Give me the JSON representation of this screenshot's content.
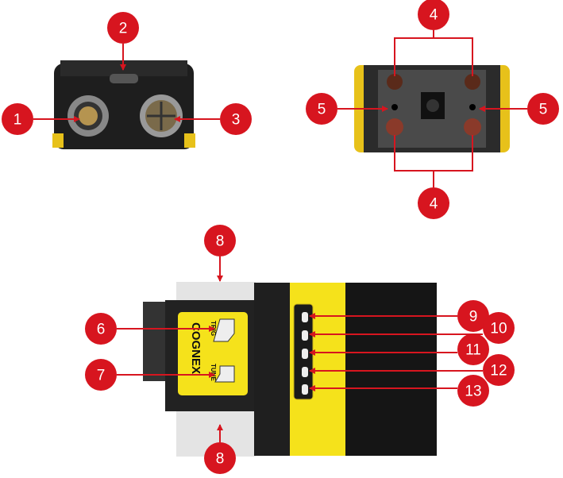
{
  "colors": {
    "callout": "#d7151f",
    "yellow": "#f5e21b",
    "body": "#1c1c1c"
  },
  "device_labels": {
    "trig": "TRIG",
    "tune": "TUNE",
    "brand": "COGNEX"
  },
  "callouts": [
    {
      "id": "c1",
      "number": "1"
    },
    {
      "id": "c2",
      "number": "2"
    },
    {
      "id": "c3",
      "number": "3"
    },
    {
      "id": "c4a",
      "number": "4"
    },
    {
      "id": "c5a",
      "number": "5"
    },
    {
      "id": "c5b",
      "number": "5"
    },
    {
      "id": "c4b",
      "number": "4"
    },
    {
      "id": "c8a",
      "number": "8"
    },
    {
      "id": "c6",
      "number": "6"
    },
    {
      "id": "c7",
      "number": "7"
    },
    {
      "id": "c8b",
      "number": "8"
    },
    {
      "id": "c9",
      "number": "9"
    },
    {
      "id": "c10",
      "number": "10"
    },
    {
      "id": "c11",
      "number": "11"
    },
    {
      "id": "c12",
      "number": "12"
    },
    {
      "id": "c13",
      "number": "13"
    }
  ]
}
